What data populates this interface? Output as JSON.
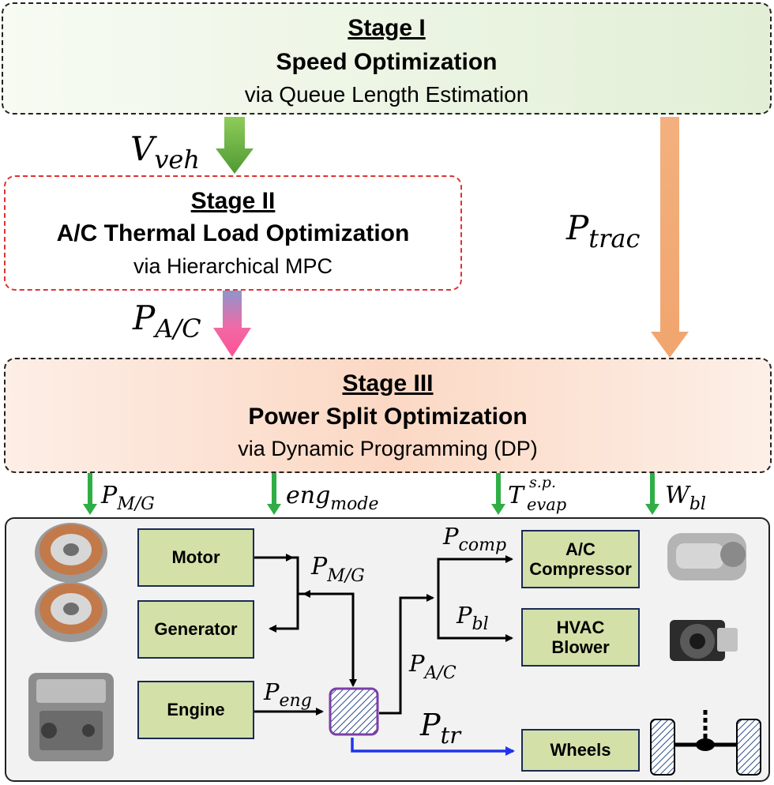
{
  "stage1": {
    "title": "Stage I",
    "name": "Speed Optimization",
    "via": "via Queue Length Estimation"
  },
  "stage2": {
    "title": "Stage II",
    "name": "A/C Thermal Load Optimization",
    "via": "via Hierarchical MPC"
  },
  "stage3": {
    "title": "Stage III",
    "name": "Power Split Optimization",
    "via": "via Dynamic Programming (DP)"
  },
  "signals": {
    "v_veh": {
      "base": "V",
      "sub": "veh"
    },
    "p_trac": {
      "base": "P",
      "sub": "trac"
    },
    "p_ac": {
      "base": "P",
      "sub": "A/C"
    },
    "p_mg_out": {
      "base": "P",
      "sub": "M/G"
    },
    "eng_mode": {
      "base": "eng",
      "sub": "mode"
    },
    "t_evap": {
      "base": "T",
      "sub": "evap",
      "sup": "s.p."
    },
    "w_bl": {
      "base": "W",
      "sub": "bl"
    },
    "p_mg_in": {
      "base": "P",
      "sub": "M/G"
    },
    "p_comp": {
      "base": "P",
      "sub": "comp"
    },
    "p_bl": {
      "base": "P",
      "sub": "bl"
    },
    "p_ac_in": {
      "base": "P",
      "sub": "A/C"
    },
    "p_eng": {
      "base": "P",
      "sub": "eng"
    },
    "p_tr": {
      "base": "P",
      "sub": "tr"
    }
  },
  "blocks": {
    "motor": "Motor",
    "generator": "Generator",
    "engine": "Engine",
    "ac_compressor": [
      "A/C",
      "Compressor"
    ],
    "hvac_blower": [
      "HVAC",
      "Blower"
    ],
    "wheels": "Wheels"
  },
  "colors": {
    "green_arrow": "#58a33a",
    "orange_arrow": "#f0a46c",
    "pink_arrow": "#ff5f9b",
    "block_fill": "#d3e0a8",
    "block_border": "#1a2b55",
    "tr_line": "#2233ee",
    "junction_border": "#7a3fa8"
  }
}
